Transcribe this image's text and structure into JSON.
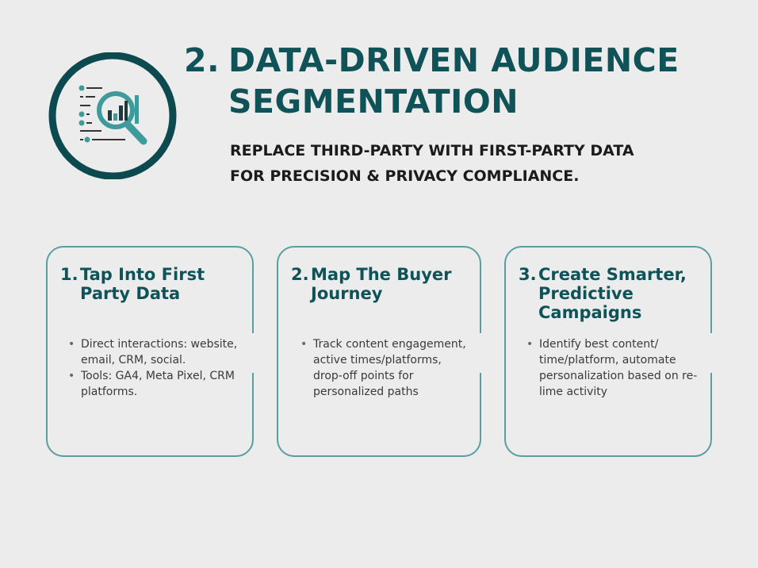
{
  "header": {
    "number": "2.",
    "title_line1": "DATA-DRIVEN AUDIENCE",
    "title_line2": "SEGMENTATION",
    "subtitle_line1": "REPLACE THIRD-PARTY WITH FIRST-PARTY DATA",
    "subtitle_line2": "FOR PRECISION & PRIVACY COMPLIANCE."
  },
  "icon": "magnifier-bar-chart-icon",
  "colors": {
    "primary": "#0f5257",
    "accent": "#3f9a9c",
    "border": "#5b9ea0",
    "background": "#ececec"
  },
  "cards": [
    {
      "number": "1.",
      "title": "Tap Into First Party Data",
      "bullets": [
        "Direct interactions: website, email, CRM, social.",
        "Tools: GA4, Meta Pixel, CRM platforms."
      ]
    },
    {
      "number": "2.",
      "title": "Map The Buyer Journey",
      "bullets": [
        "Track content engagement, active times/platforms, drop-off points for personalized paths"
      ]
    },
    {
      "number": "3.",
      "title": "Create Smarter, Predictive Campaigns",
      "bullets": [
        "Identify best content/ time/platform, automate personalization based on re-lime activity"
      ]
    }
  ]
}
